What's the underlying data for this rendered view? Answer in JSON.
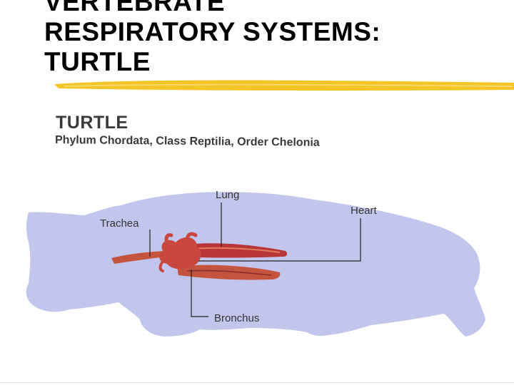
{
  "slide": {
    "title_lines": [
      "VERTEBRATE",
      "RESPIRATORY SYSTEMS:",
      "TURTLE"
    ]
  },
  "figure": {
    "heading": "TURTLE",
    "subtitle": "Phylum Chordata, Class Reptilia, Order Chelonia",
    "labels": {
      "lung": "Lung",
      "heart": "Heart",
      "trachea": "Trachea",
      "bronchus": "Bronchus"
    }
  },
  "colors": {
    "highlight": "#f2c21b",
    "turtle_body": "#c3c6ec",
    "organ": "#b8363a",
    "organ_light": "#e07a5a"
  }
}
